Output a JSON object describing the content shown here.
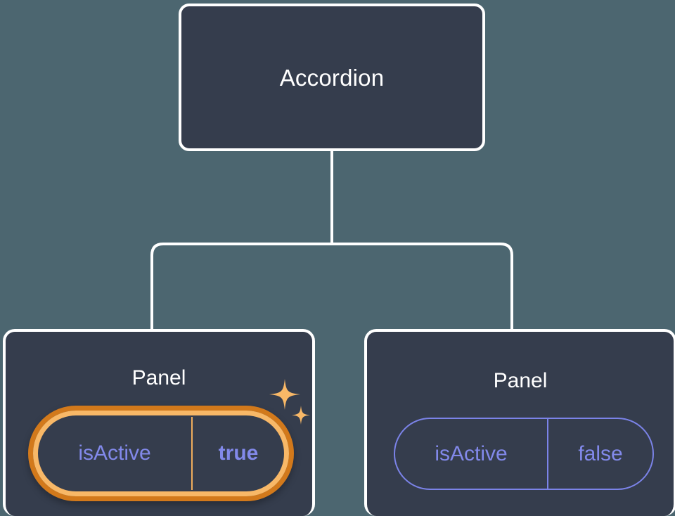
{
  "background_color": "#4c6670",
  "tree": {
    "root": {
      "label": "Accordion",
      "node_type": "component-node",
      "fill": "#353d4d",
      "border_color": "#ffffff"
    },
    "children": [
      {
        "label": "Panel",
        "highlighted": true,
        "prop": {
          "key": "isActive",
          "value": "true",
          "highlighted": true,
          "ring_outer_color": "#d2791b",
          "ring_inner_color": "#f8b867",
          "key_color": "#8289ea",
          "value_color": "#8289ea",
          "value_bold": true
        },
        "decoration": {
          "icon": "sparkles-icon",
          "color": "#f8b867"
        }
      },
      {
        "label": "Panel",
        "highlighted": false,
        "prop": {
          "key": "isActive",
          "value": "false",
          "highlighted": false,
          "border_color": "#7b83e8",
          "key_color": "#8289ea",
          "value_color": "#8289ea",
          "value_bold": false
        }
      }
    ]
  },
  "edges": {
    "color": "#ffffff",
    "stroke_width": 4,
    "description": "root stem down to horizontal branch bar, then down into each child panel"
  }
}
